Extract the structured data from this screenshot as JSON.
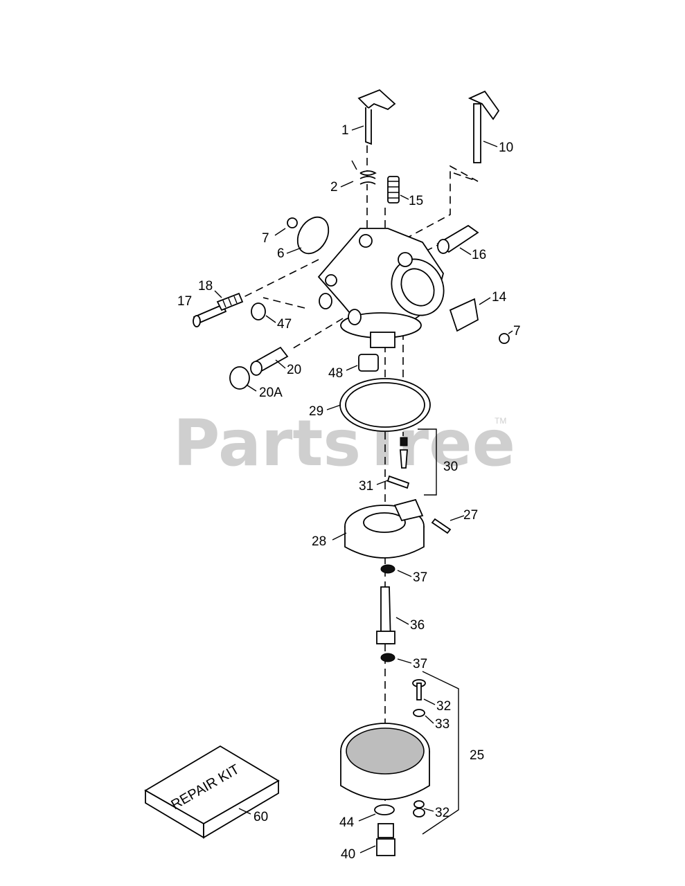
{
  "watermark": {
    "text": "PartsTree",
    "trademark": "TM"
  },
  "repair_kit": {
    "label": "REPAIR KIT"
  },
  "callouts": [
    {
      "id": "1",
      "label": "1"
    },
    {
      "id": "2",
      "label": "2"
    },
    {
      "id": "15",
      "label": "15"
    },
    {
      "id": "10",
      "label": "10"
    },
    {
      "id": "7a",
      "label": "7"
    },
    {
      "id": "6",
      "label": "6"
    },
    {
      "id": "16",
      "label": "16"
    },
    {
      "id": "18",
      "label": "18"
    },
    {
      "id": "17",
      "label": "17"
    },
    {
      "id": "47",
      "label": "47"
    },
    {
      "id": "14",
      "label": "14"
    },
    {
      "id": "7b",
      "label": "7"
    },
    {
      "id": "20",
      "label": "20"
    },
    {
      "id": "48",
      "label": "48"
    },
    {
      "id": "20A",
      "label": "20A"
    },
    {
      "id": "29",
      "label": "29"
    },
    {
      "id": "30",
      "label": "30"
    },
    {
      "id": "31",
      "label": "31"
    },
    {
      "id": "27",
      "label": "27"
    },
    {
      "id": "28",
      "label": "28"
    },
    {
      "id": "37a",
      "label": "37"
    },
    {
      "id": "36",
      "label": "36"
    },
    {
      "id": "37b",
      "label": "37"
    },
    {
      "id": "32a",
      "label": "32"
    },
    {
      "id": "33",
      "label": "33"
    },
    {
      "id": "25",
      "label": "25"
    },
    {
      "id": "44",
      "label": "44"
    },
    {
      "id": "32b",
      "label": "32"
    },
    {
      "id": "60",
      "label": "60"
    },
    {
      "id": "40",
      "label": "40"
    }
  ]
}
